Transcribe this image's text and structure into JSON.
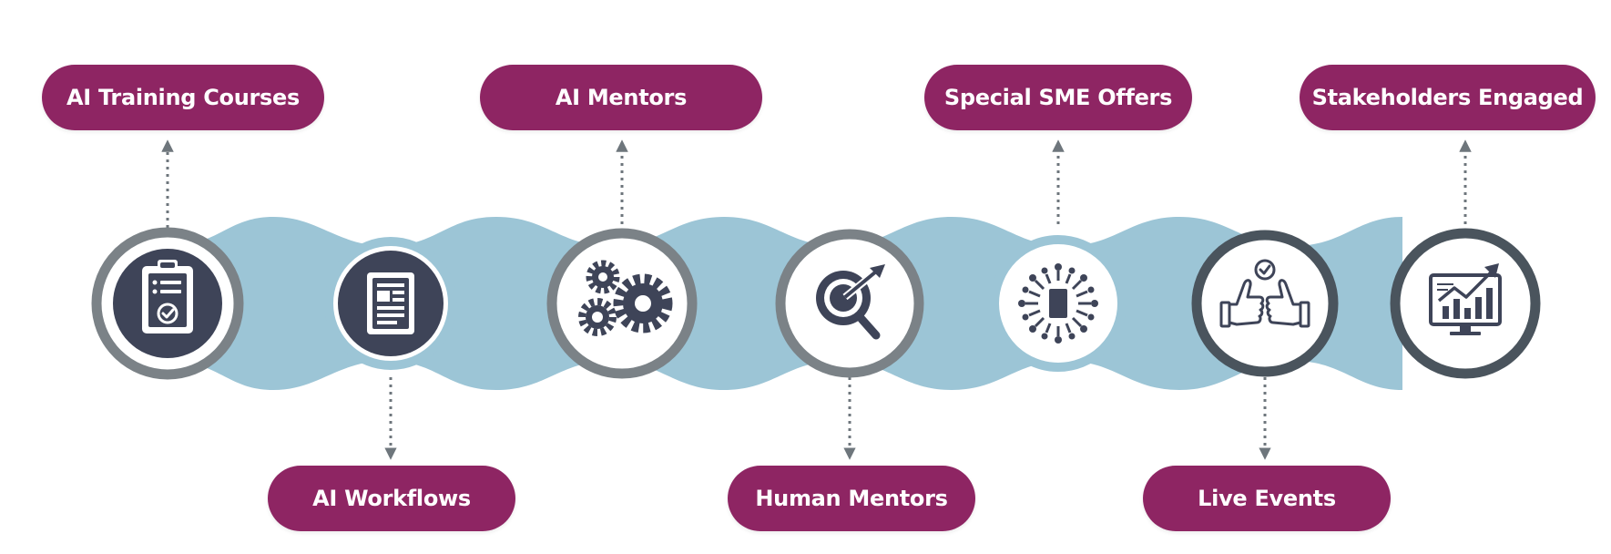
{
  "colors": {
    "pill": "#8e2563",
    "pill_text": "#ffffff",
    "ribbon": "#9cc5d6",
    "ring_gray": "#7b8287",
    "ring_dark": "#4a545d",
    "ring_blue": "#9cc5d6",
    "icon_fill": "#3e4458",
    "arrow": "#6e767c"
  },
  "steps": [
    {
      "label": "AI Training Courses",
      "icon": "clipboard-check-icon"
    },
    {
      "label": "AI Workflows",
      "icon": "document-icon"
    },
    {
      "label": "AI Mentors",
      "icon": "gears-icon"
    },
    {
      "label": "Human Mentors",
      "icon": "magnifier-arrow-icon"
    },
    {
      "label": "Special SME Offers",
      "icon": "network-hub-icon"
    },
    {
      "label": "Live Events",
      "icon": "thumbs-up-icon"
    },
    {
      "label": "Stakeholders Engaged",
      "icon": "growth-chart-icon"
    }
  ],
  "labels": {
    "top": [
      "AI Training Courses",
      "AI Mentors",
      "Special SME Offers",
      "Stakeholders Engaged"
    ],
    "bottom": [
      "AI Workflows",
      "Human Mentors",
      "Live Events"
    ]
  }
}
